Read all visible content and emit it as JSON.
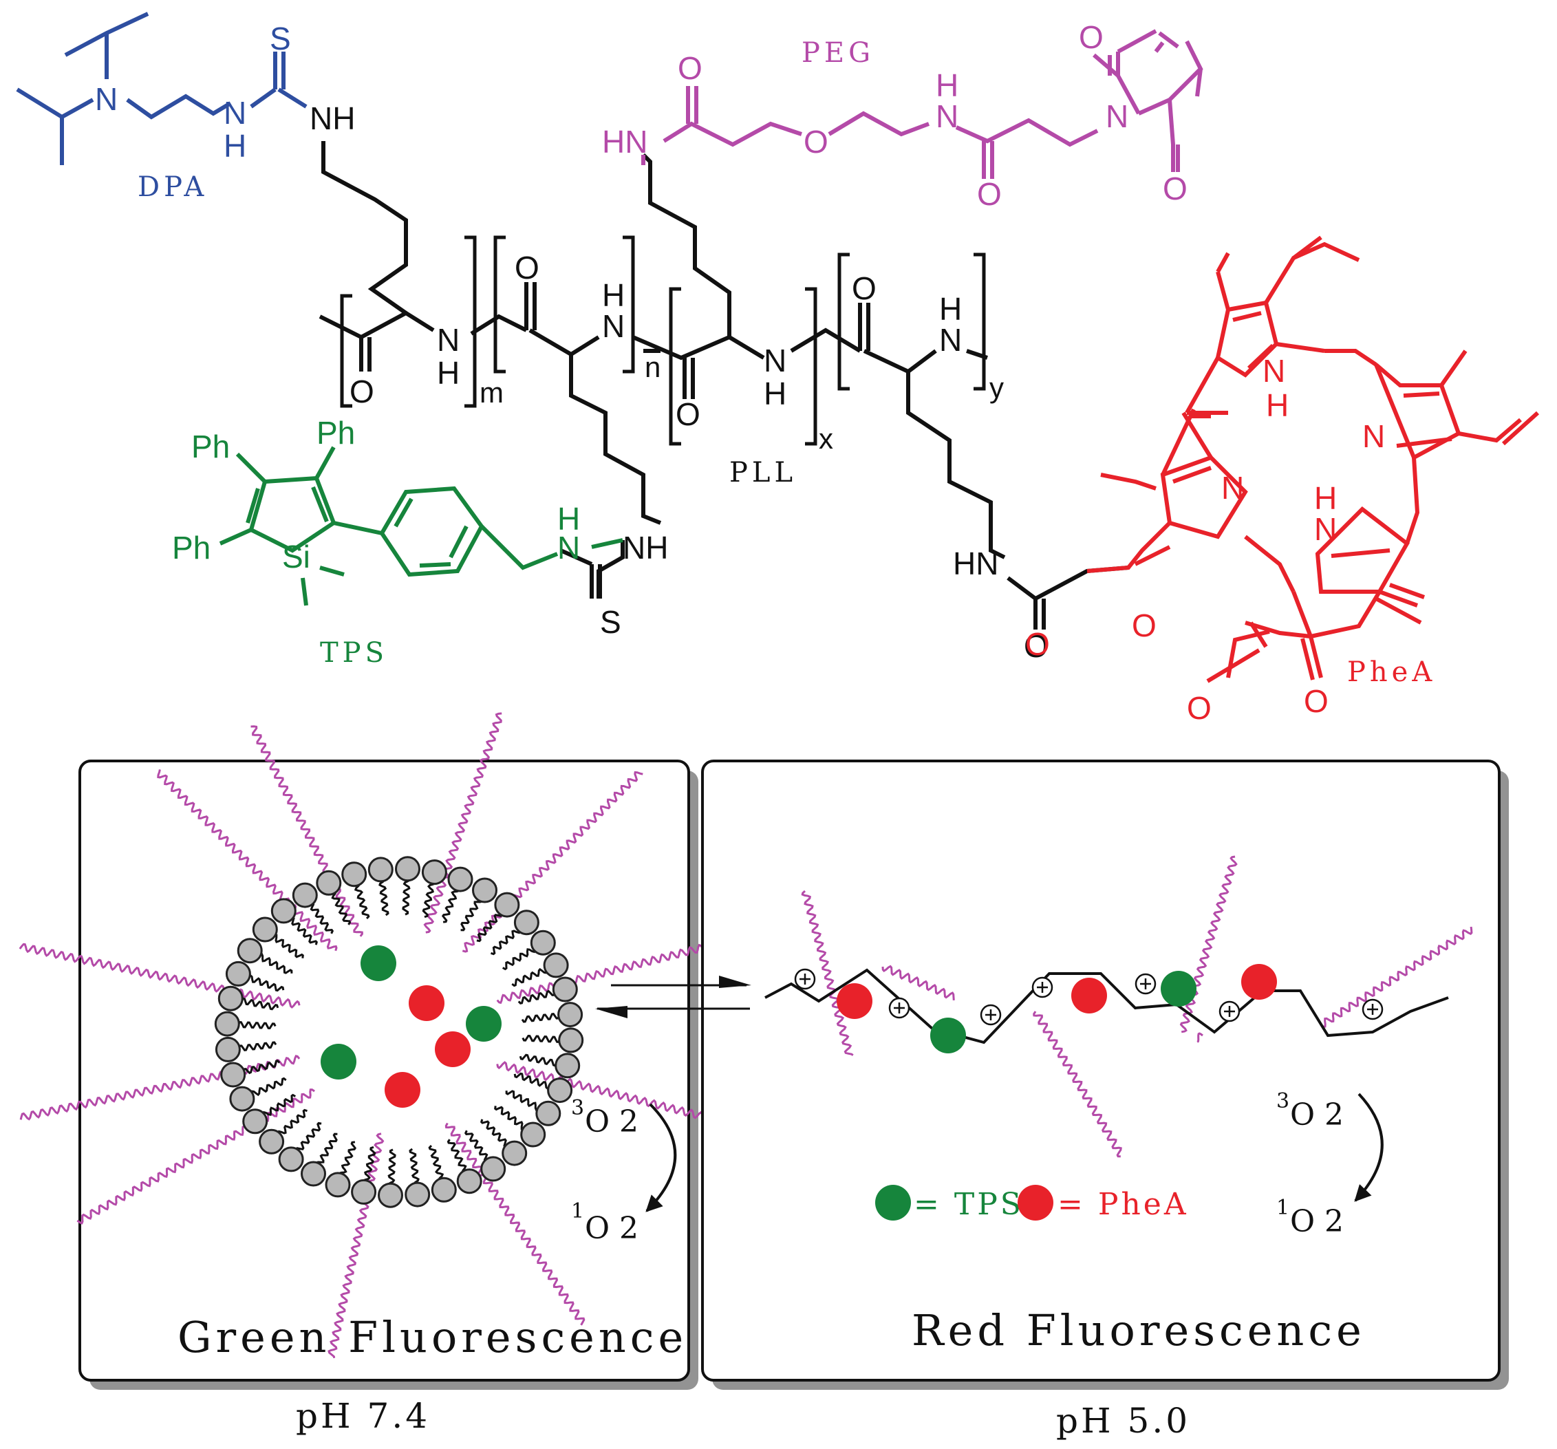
{
  "colors": {
    "dpa": "#2e4ea0",
    "peg": "#b44aa8",
    "tps": "#16853c",
    "phea": "#e8222a",
    "bond": "#111111",
    "bead": "#b8b8b8",
    "tail": "#b44aa8"
  },
  "labels": {
    "dpa": "DPA",
    "peg": "PEG",
    "tps": "TPS",
    "pll": "PLL",
    "phea": "PheA"
  },
  "subscripts": {
    "m": "m",
    "n": "n",
    "x": "x",
    "y": "y"
  },
  "atoms": {
    "n": "N",
    "nh": "NH",
    "hn": "HN",
    "h": "H",
    "s": "S",
    "o": "O",
    "ph": "Ph",
    "si": "Si"
  },
  "panels": {
    "left": {
      "caption": "Green Fluorescence",
      "ph": "pH 7.4",
      "o2_triplet_sup": "3",
      "o2_triplet": "O 2",
      "o2_singlet_sup": "1",
      "o2_singlet": "O 2"
    },
    "right": {
      "caption": "Red Fluorescence",
      "ph": "pH 5.0",
      "o2_triplet_sup": "3",
      "o2_triplet": "O 2",
      "o2_singlet_sup": "1",
      "o2_singlet": "O 2",
      "legend_tps": "= TPS",
      "legend_phea": "= PheA"
    }
  }
}
